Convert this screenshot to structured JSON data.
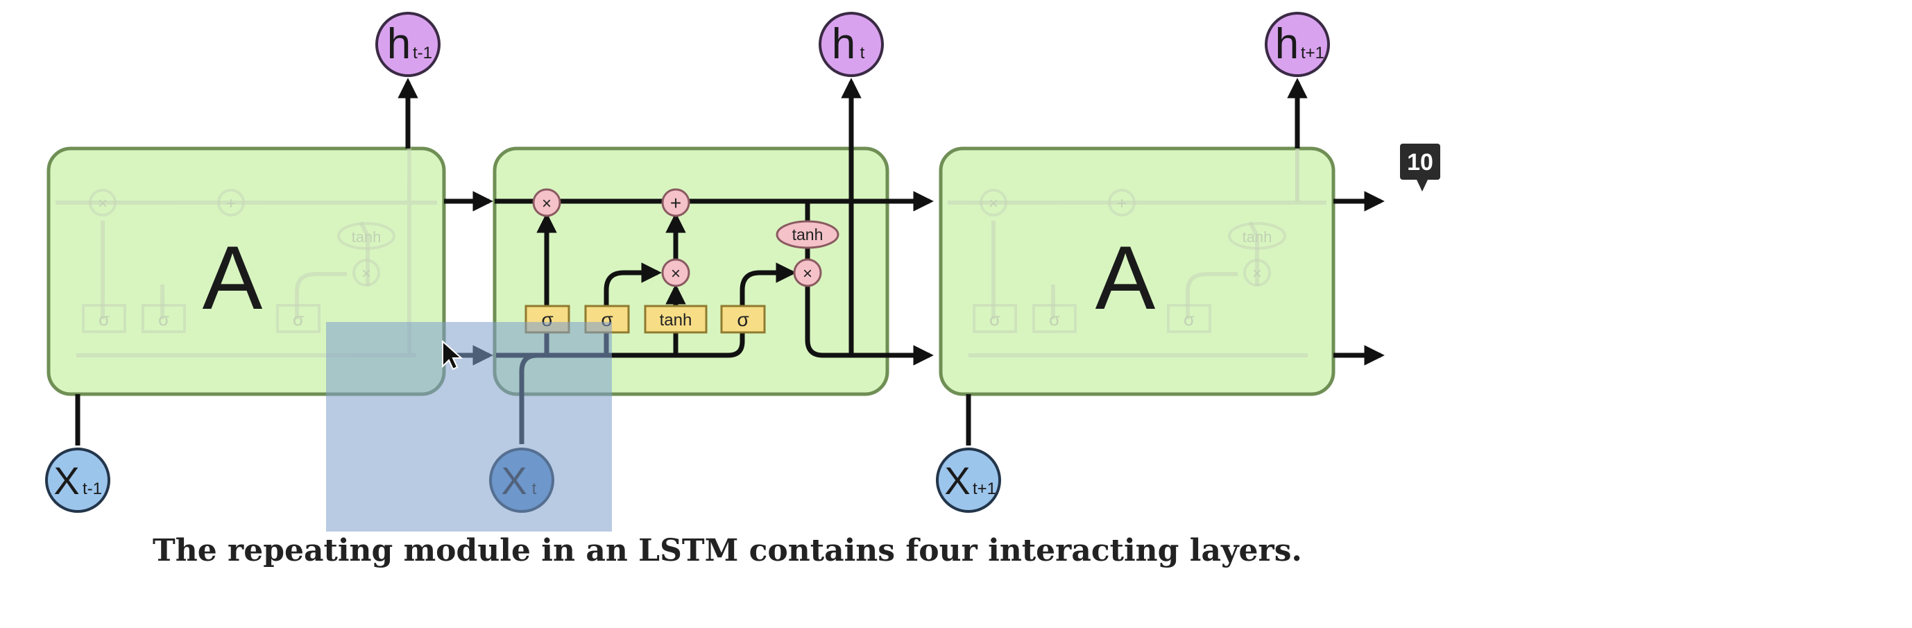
{
  "diagram": {
    "cells": [
      {
        "label": "A"
      },
      {
        "label": ""
      },
      {
        "label": "A"
      }
    ],
    "outputs": [
      {
        "base": "h",
        "sub": "t-1"
      },
      {
        "base": "h",
        "sub": "t"
      },
      {
        "base": "h",
        "sub": "t+1"
      }
    ],
    "inputs": [
      {
        "base": "X",
        "sub": "t-1"
      },
      {
        "base": "X",
        "sub": "t"
      },
      {
        "base": "X",
        "sub": "t+1"
      }
    ],
    "ops": {
      "multiply": "×",
      "add": "+",
      "tanh": "tanh"
    },
    "gates": {
      "sigma": "σ",
      "tanh": "tanh"
    },
    "caption": "The repeating module in an LSTM contains four interacting layers."
  },
  "overlay": {
    "slide_badge": "10"
  },
  "colors": {
    "cell_fill": "#d8f5c0",
    "cell_stroke": "#6f8f55",
    "h_node": "#d9a2ee",
    "x_node": "#9cc5ec",
    "x_node_active": "#5a8fc9",
    "gate_fill": "#f7dd86",
    "op_fill": "#f4c2c8",
    "selection": "#7f9fcc"
  }
}
